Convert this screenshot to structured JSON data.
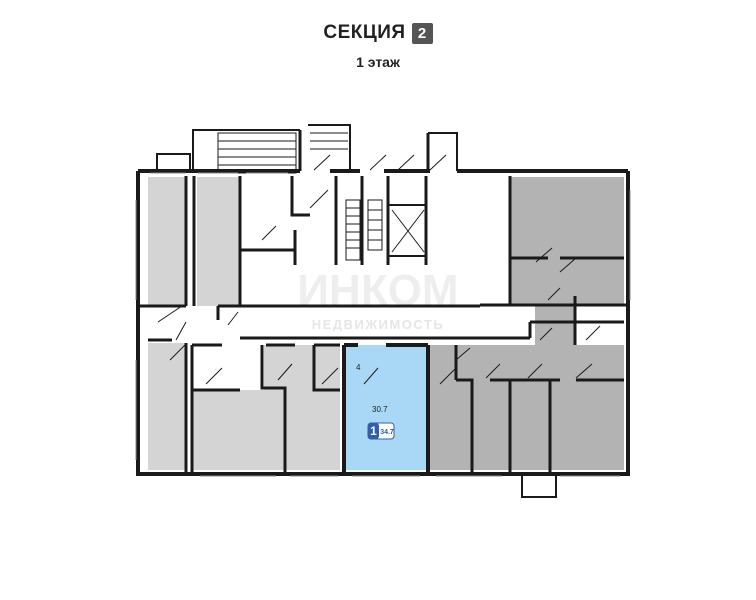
{
  "header": {
    "title": "СЕКЦИЯ",
    "section_number": "2",
    "floor": "1 этаж"
  },
  "watermark": {
    "brand": "ИНКОМ",
    "subtitle": "НЕДВИЖИМОСТЬ"
  },
  "apartment": {
    "number": "1",
    "total_area": "34.7",
    "living_area": "30.7",
    "room_number": "4",
    "highlight_color": "#a8d8f5",
    "badge_color": "#2f5fa8"
  },
  "colors": {
    "wall": "#1a1a1a",
    "unit_light": "#d4d4d4",
    "unit_dark": "#b3b3b3",
    "corridor": "#ffffff"
  }
}
